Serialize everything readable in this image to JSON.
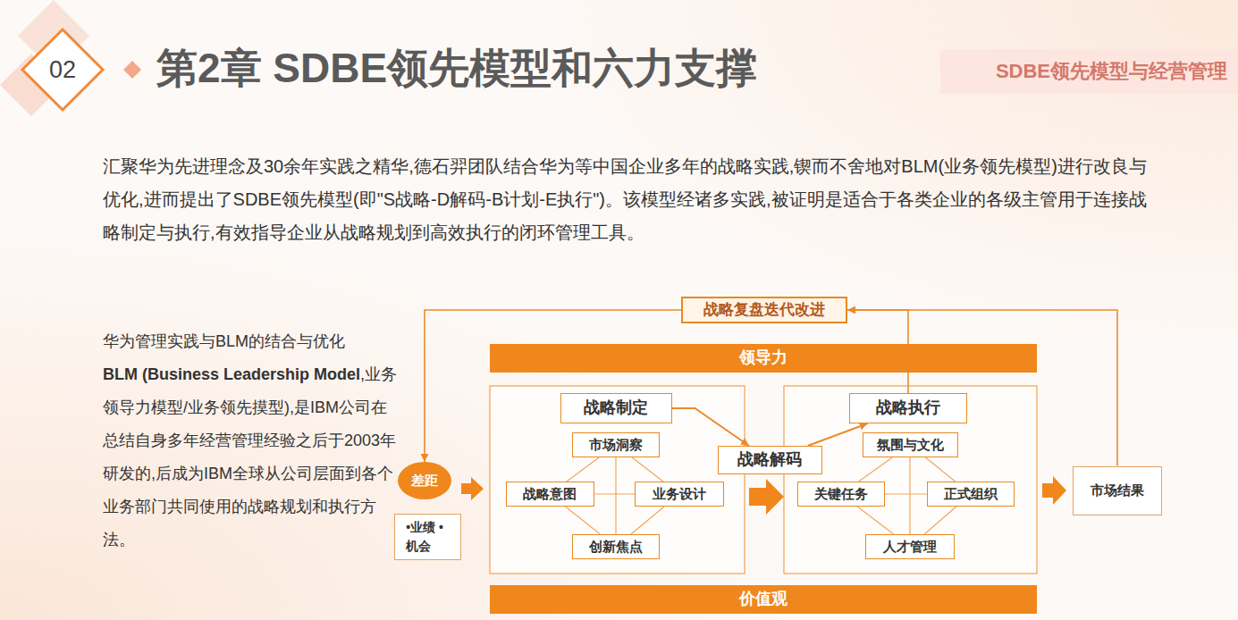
{
  "diagram": {
    "title": "第2章 SDBE领先模型和六力支撑",
    "nodes": [
      {
        "text": [
          "战略复盘迭代改进"
        ]
      },
      {
        "text": [
          "领导力"
        ]
      },
      {
        "text": [
          "战略制定"
        ]
      },
      {
        "text": [
          "市场洞察"
        ]
      },
      {
        "text": [
          "战略意图"
        ]
      },
      {
        "text": [
          "业务设计"
        ]
      },
      {
        "text": [
          "创新焦点"
        ]
      },
      {
        "text": [
          "战略解码"
        ]
      },
      {
        "text": [
          "战略执行"
        ]
      },
      {
        "text": [
          "氛围与文化"
        ]
      },
      {
        "text": [
          "关键任务"
        ]
      },
      {
        "text": [
          "正式组织"
        ]
      },
      {
        "text": [
          "人才管理"
        ]
      },
      {
        "text": [
          "差距"
        ]
      },
      {
        "text": [
          "•业绩 •机会"
        ]
      },
      {
        "text": [
          "市场结果"
        ]
      },
      {
        "text": [
          "价值观"
        ]
      }
    ],
    "edges": [
      {
        "from": 2,
        "to": 7,
        "arrow": "to"
      },
      {
        "from": 7,
        "to": 8,
        "arrow": "to"
      },
      {
        "from": 8,
        "to": 0,
        "arrow": "to"
      },
      {
        "from": 15,
        "to": 0,
        "arrow": "none"
      },
      {
        "from": 0,
        "to": 13,
        "arrow": "to"
      },
      {
        "from": 3,
        "to": 4,
        "arrow": "none"
      },
      {
        "from": 4,
        "to": 6,
        "arrow": "none"
      },
      {
        "from": 6,
        "to": 5,
        "arrow": "none"
      },
      {
        "from": 5,
        "to": 3,
        "arrow": "none"
      },
      {
        "from": 3,
        "to": 6,
        "arrow": "none"
      },
      {
        "from": 4,
        "to": 5,
        "arrow": "none"
      },
      {
        "from": 9,
        "to": 10,
        "arrow": "none"
      },
      {
        "from": 10,
        "to": 12,
        "arrow": "none"
      },
      {
        "from": 12,
        "to": 11,
        "arrow": "none"
      },
      {
        "from": 11,
        "to": 9,
        "arrow": "none"
      },
      {
        "from": 9,
        "to": 12,
        "arrow": "none"
      },
      {
        "from": 10,
        "to": 11,
        "arrow": "none"
      }
    ],
    "labels": [
      "02",
      "SDBE领先模型与经营管理",
      "汇聚华为先进理念及30余年实践之精华,德石羿团队结合华为等中国企业多年的战略实践,锲而不舍地对BLM(业务领先模型)进行改良与优化,进而提出了SDBE领先模型(即\"S战略-D解码-B计划-E执行\")。该模型经诸多实践,被证明是适合于各类企业的各级主管用于连接战略制定与执行,有效指导企业从战略规划到高效执行的闭环管理工具。",
      "华为管理实践与BLM的结合与优化",
      "BLM (Business Leadership Model",
      ",业务领导力模型/业务领先摸型),是IBM公司在总结自身多年经营管理经验之后于2003年研发的,后成为IBM全球从公司层面到各个业务部门共同使用的战略规划和执行方法。"
    ]
  }
}
